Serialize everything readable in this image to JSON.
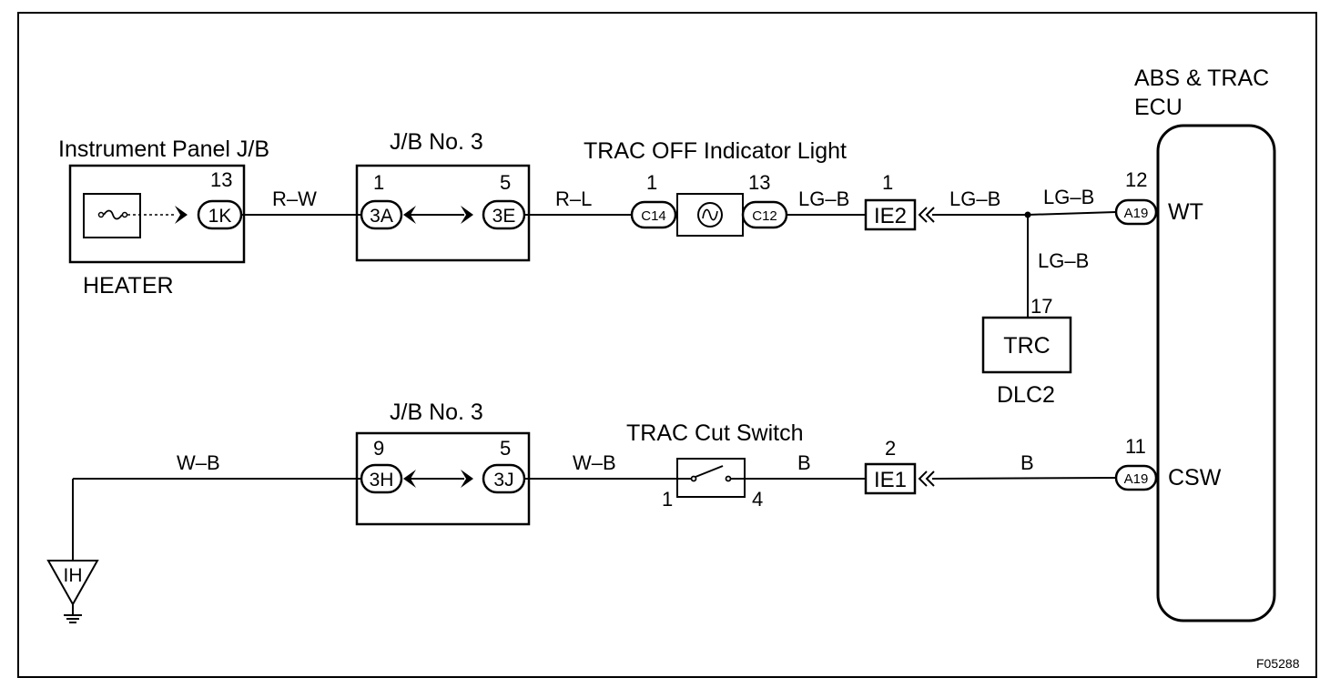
{
  "diagram": {
    "code": "F05288",
    "ecu": {
      "title_line1": "ABS & TRAC",
      "title_line2": "ECU",
      "terminal_wt": "WT",
      "terminal_csw": "CSW",
      "pin_wt": "12",
      "pin_csw": "11",
      "connector_wt": "A19",
      "connector_csw": "A19"
    },
    "instrument_panel": {
      "title": "Instrument Panel J/B",
      "fuse_label": "HEATER",
      "pin": "13",
      "connector": "1K"
    },
    "jb_top": {
      "title": "J/B No. 3",
      "pin_left": "1",
      "pin_right": "5",
      "connector_left": "3A",
      "connector_right": "3E"
    },
    "jb_bottom": {
      "title": "J/B No. 3",
      "pin_left": "9",
      "pin_right": "5",
      "connector_left": "3H",
      "connector_right": "3J"
    },
    "indicator": {
      "title": "TRAC OFF Indicator Light",
      "pin_left": "1",
      "pin_right": "13",
      "connector_left": "C14",
      "connector_right": "C12"
    },
    "ie2": {
      "connector": "IE2",
      "pin": "1"
    },
    "ie1": {
      "connector": "IE1",
      "pin": "2"
    },
    "dlc2": {
      "title": "DLC2",
      "terminal": "TRC",
      "pin": "17"
    },
    "switch": {
      "title": "TRAC Cut Switch",
      "pin_left": "1",
      "pin_right": "4"
    },
    "ground": {
      "label": "IH"
    },
    "wires": {
      "heater_to_jb": "R–W",
      "jb_to_indicator": "R–L",
      "indicator_to_ie2": "LG–B",
      "ie2_to_junction": "LG–B",
      "junction_to_ecu": "LG–B",
      "junction_to_dlc2": "LG–B",
      "ground_to_jb": "W–B",
      "jb_to_switch": "W–B",
      "switch_to_ie1": "B",
      "ie1_to_ecu": "B"
    }
  }
}
